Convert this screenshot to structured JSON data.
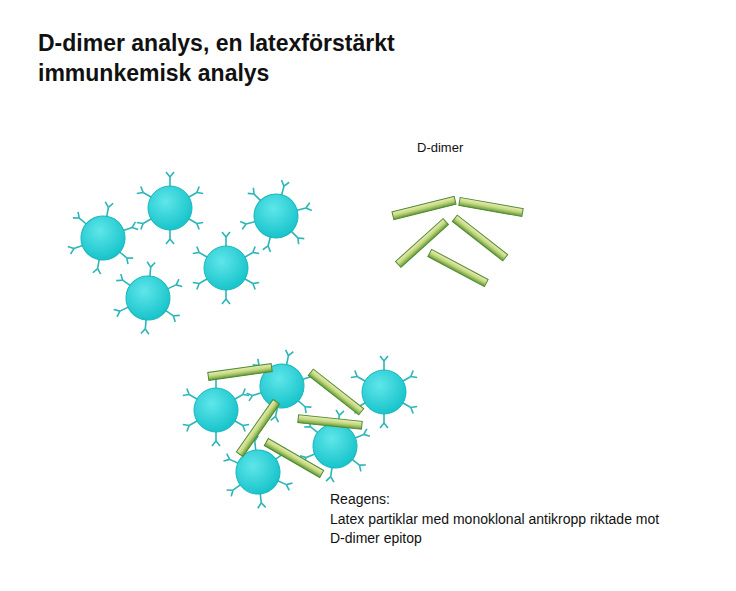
{
  "diagram": {
    "title": "D-dimer analys, en latexförstärkt immunkemisk analys",
    "labels": [
      "D-dimer",
      "Reagens:",
      "Latex partiklar med monoklonal antikropp riktade mot D-dimer epitop"
    ]
  }
}
